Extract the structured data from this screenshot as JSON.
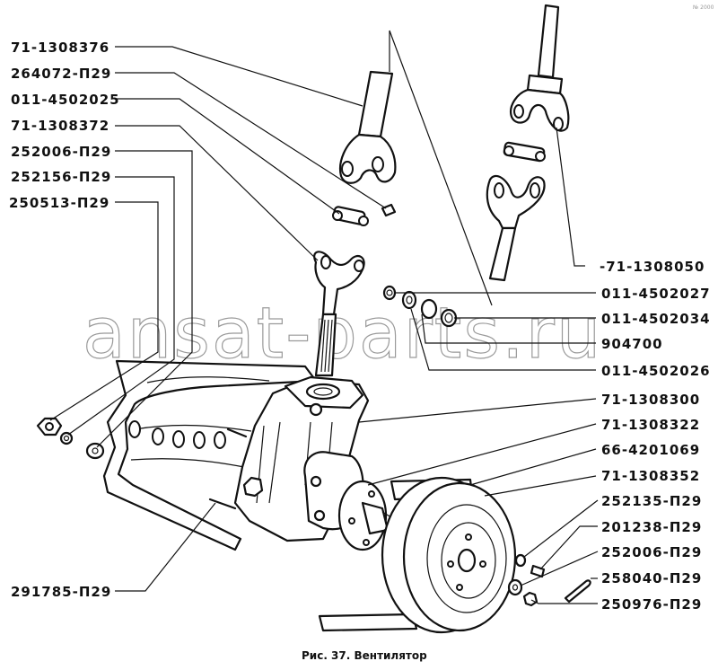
{
  "figure": {
    "caption": "Рис. 37. Вентилятор",
    "watermark": "ansat-parts.ru",
    "corner_mark": "№ 2000"
  },
  "labels_left": [
    {
      "id": "71-1308376",
      "text": "71-1308376"
    },
    {
      "id": "264072-P29",
      "text": "264072-П29"
    },
    {
      "id": "011-4502025",
      "text": "011-4502025"
    },
    {
      "id": "71-1308372",
      "text": "71-1308372"
    },
    {
      "id": "252006-P29-a",
      "text": "252006-П29"
    },
    {
      "id": "252156-P29",
      "text": "252156-П29"
    },
    {
      "id": "250513-P29",
      "text": "250513-П29"
    },
    {
      "id": "291785-P29",
      "text": "291785-П29"
    }
  ],
  "labels_right": [
    {
      "id": "71-1308050",
      "text": "-71-1308050"
    },
    {
      "id": "011-4502027",
      "text": "011-4502027"
    },
    {
      "id": "011-4502034",
      "text": "011-4502034"
    },
    {
      "id": "904700",
      "text": "904700"
    },
    {
      "id": "011-4502026",
      "text": "011-4502026"
    },
    {
      "id": "71-1308300",
      "text": "71-1308300"
    },
    {
      "id": "71-1308322",
      "text": "71-1308322"
    },
    {
      "id": "66-4201069",
      "text": "66-4201069"
    },
    {
      "id": "71-1308352",
      "text": "71-1308352"
    },
    {
      "id": "252135-P29",
      "text": "252135-П29"
    },
    {
      "id": "201238-P29",
      "text": "201238-П29"
    },
    {
      "id": "252006-P29-b",
      "text": "252006-П29"
    },
    {
      "id": "258040-P29",
      "text": "258040-П29"
    },
    {
      "id": "250976-P29",
      "text": "250976-П29"
    }
  ],
  "parts": [
    {
      "name": "upper-shaft-fork",
      "label_ref": "71-1308376"
    },
    {
      "name": "grease-fitting",
      "label_ref": "264072-П29"
    },
    {
      "name": "cross-spider-left",
      "label_ref": "011-4502025"
    },
    {
      "name": "splined-fork",
      "label_ref": "71-1308372"
    },
    {
      "name": "cardan-shaft-assembly",
      "label_ref": "71-1308050"
    },
    {
      "name": "seal",
      "label_ref": "011-4502027"
    },
    {
      "name": "needle-bearing",
      "label_ref": "011-4502034"
    },
    {
      "name": "retaining-ring",
      "label_ref": "904700"
    },
    {
      "name": "bearing-cup",
      "label_ref": "011-4502026"
    },
    {
      "name": "fan-gearbox",
      "label_ref": "71-1308300"
    },
    {
      "name": "flange-hub",
      "label_ref": "71-1308322"
    },
    {
      "name": "drive-belt",
      "label_ref": "66-4201069"
    },
    {
      "name": "pulley",
      "label_ref": "71-1308352"
    }
  ]
}
